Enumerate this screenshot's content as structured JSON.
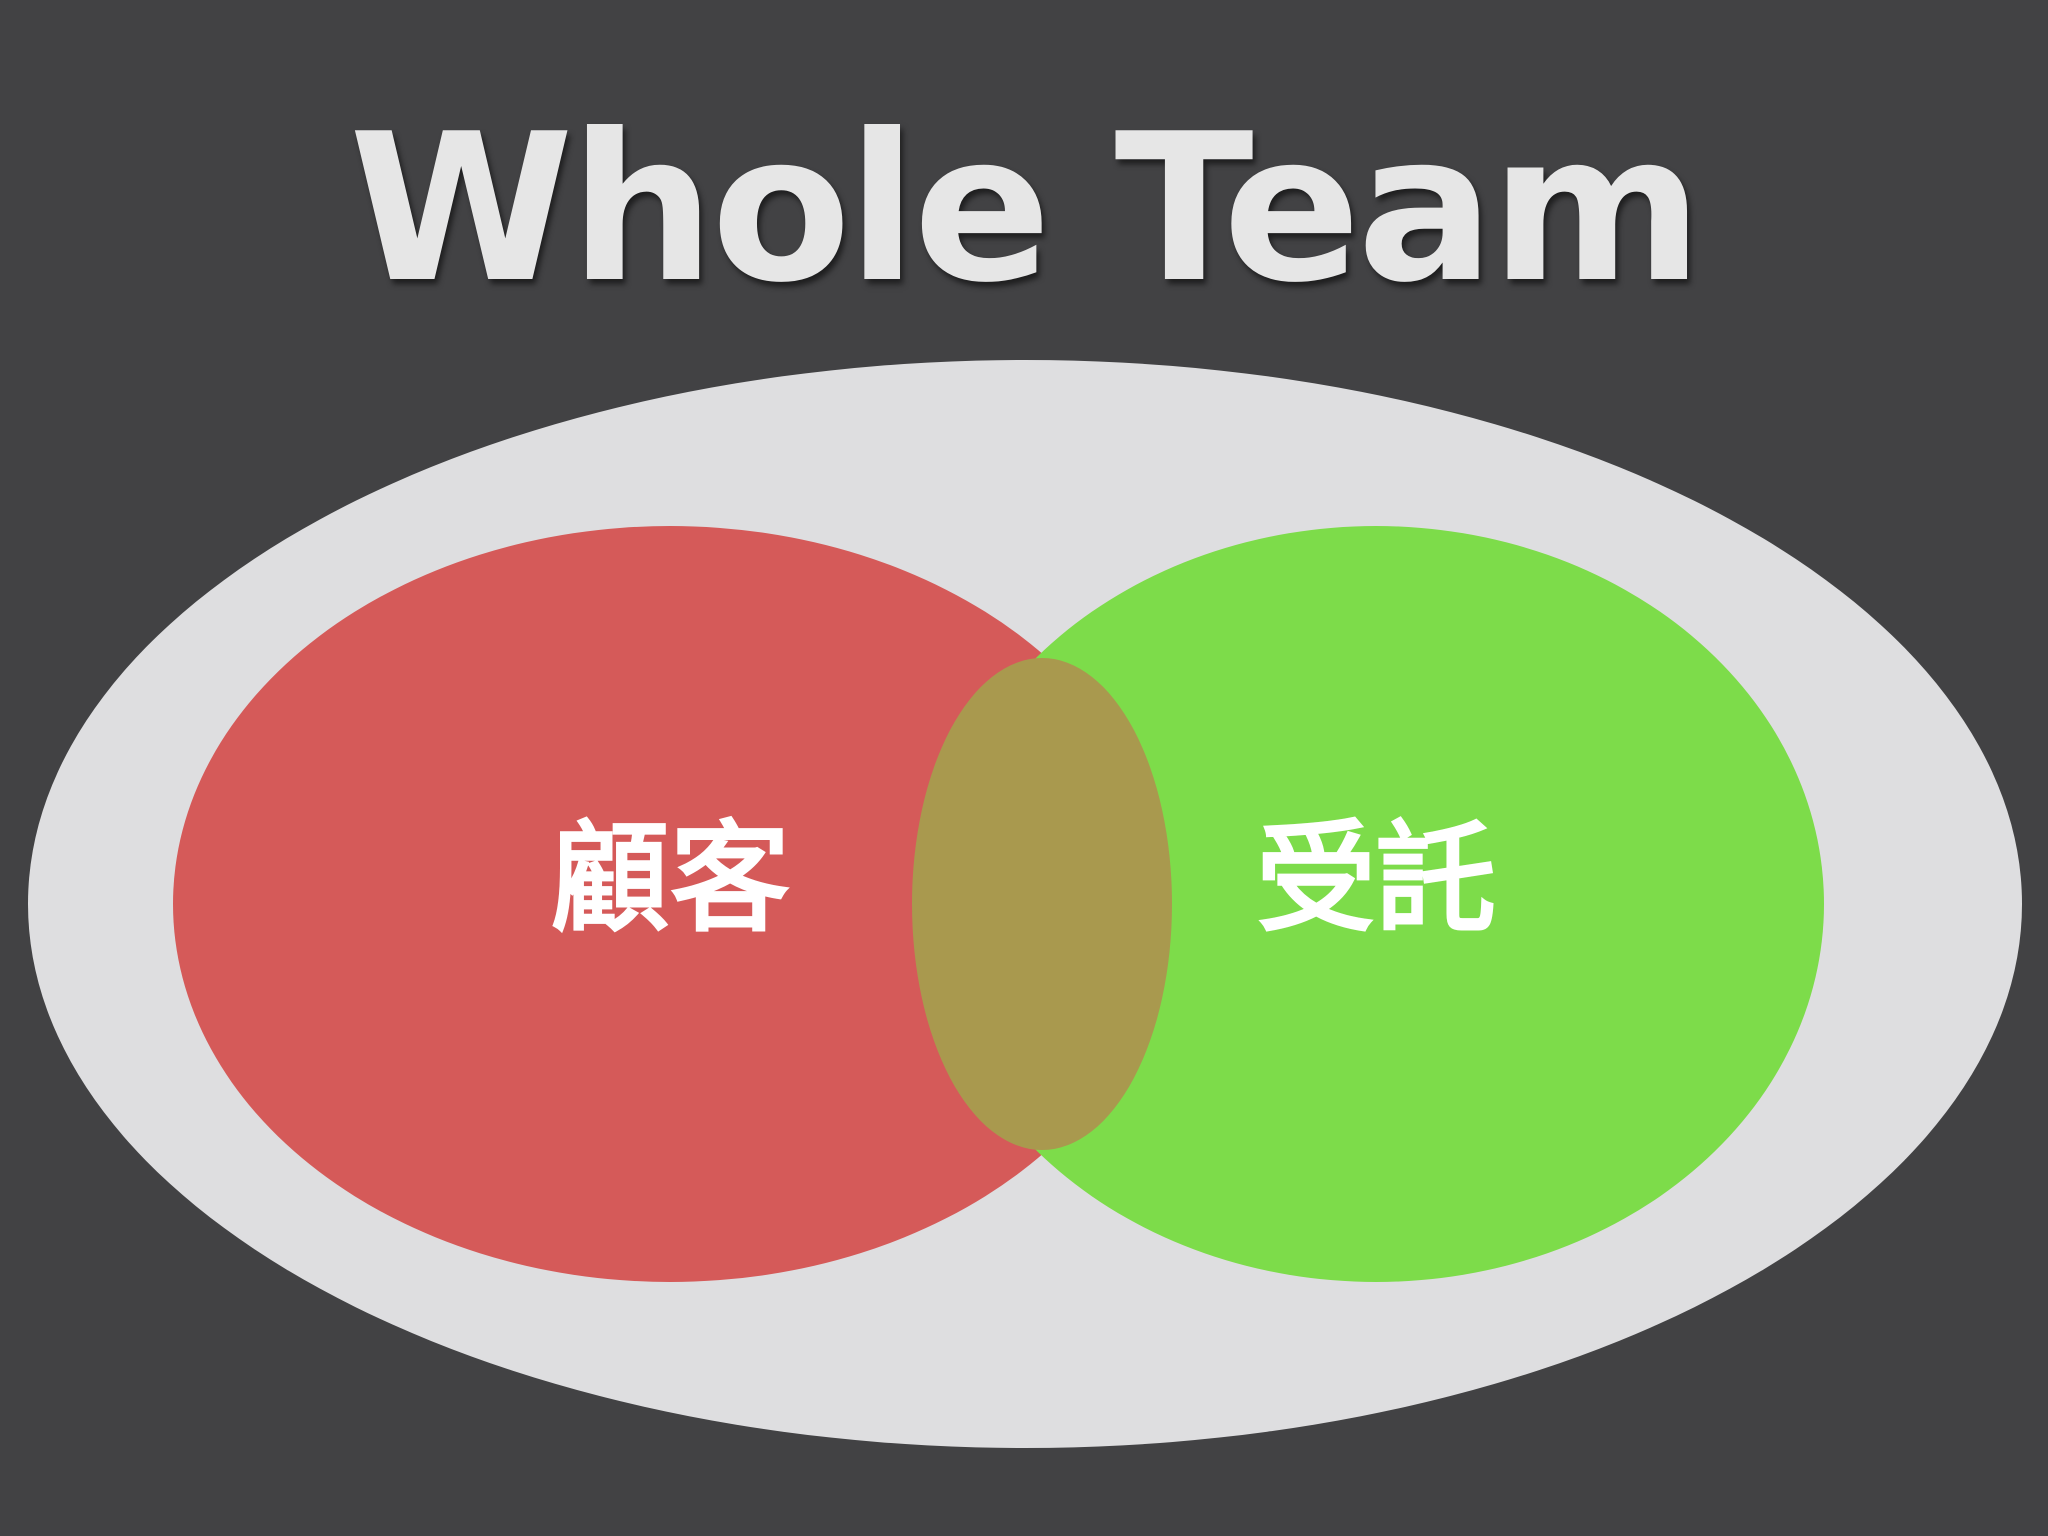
{
  "title": "Whole Team",
  "diagram": {
    "type": "venn",
    "outer_set": {
      "color": "#dedee0"
    },
    "sets": [
      {
        "label": "顧客",
        "color": "#d55a59"
      },
      {
        "label": "受託",
        "color": "#7ddc4a"
      }
    ],
    "overlap": {
      "color": "#a9994e"
    }
  }
}
